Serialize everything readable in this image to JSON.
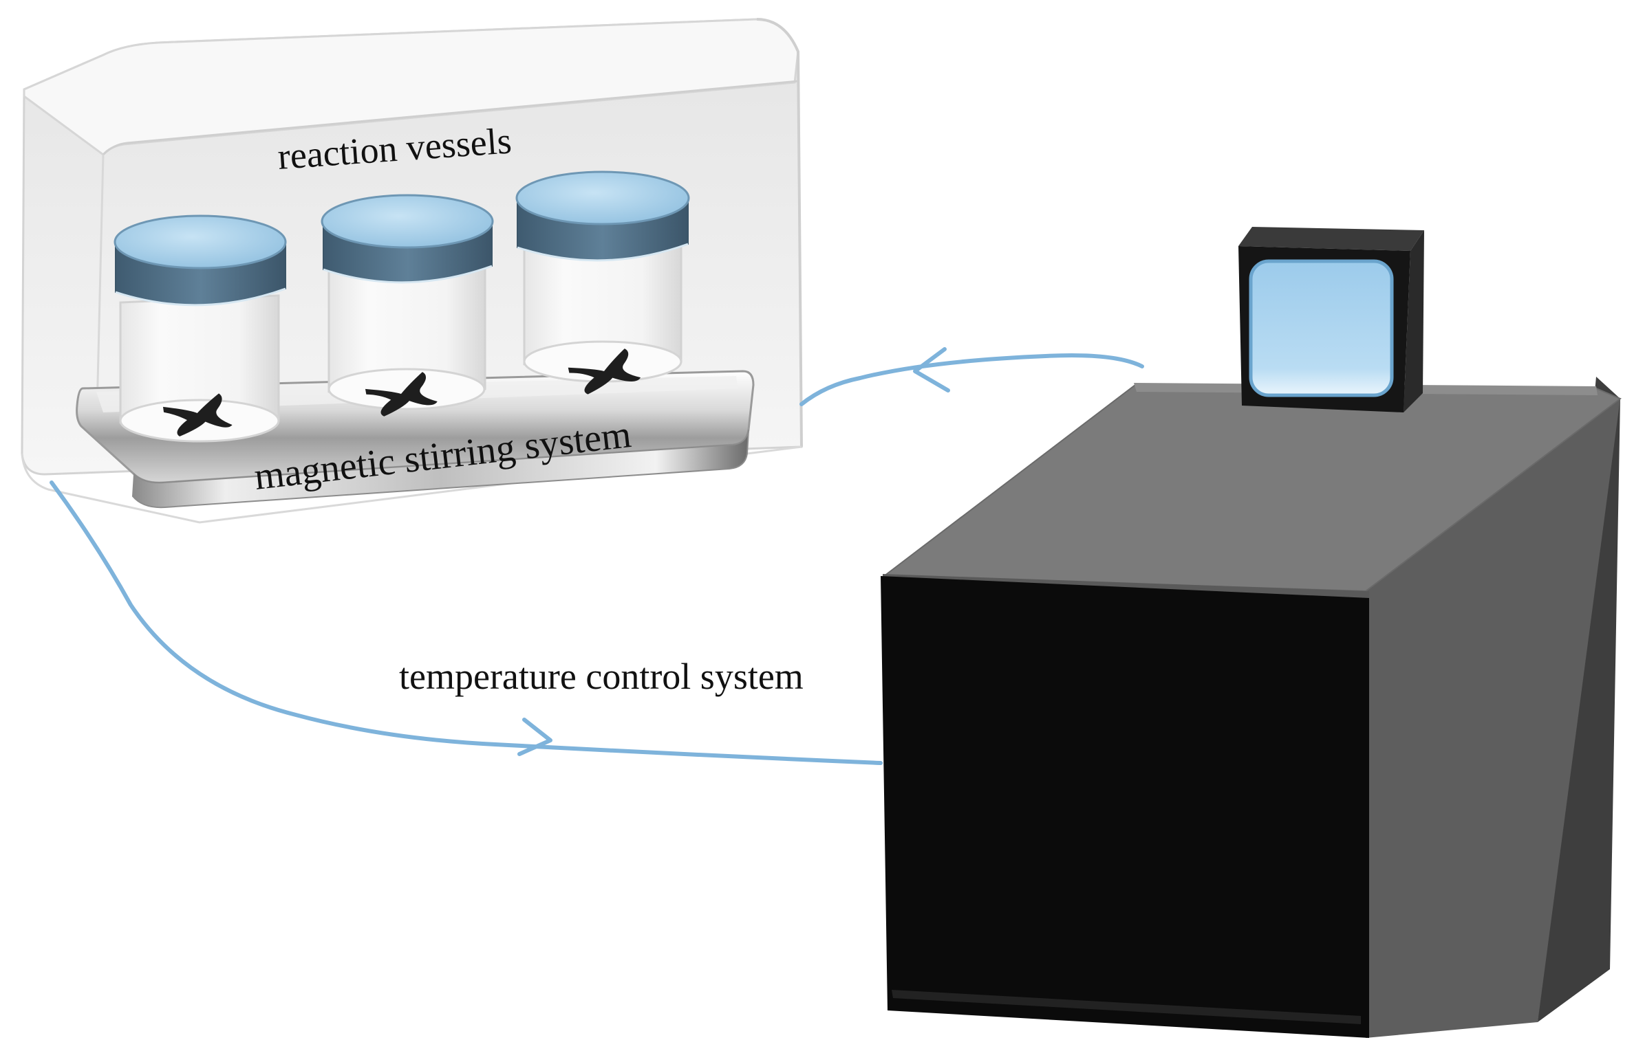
{
  "labels": {
    "reaction_vessels": "reaction vessels",
    "magnetic_stirring_system": "magnetic stirring system",
    "temperature_control_system": "temperature control system"
  },
  "colors": {
    "tube": "#7eb3db",
    "lid_dark": "#4f6f86",
    "lid_light": "#a6d0ea",
    "stir_bar": "#1f1f1f",
    "unit_front": "#0b0b0b",
    "unit_top": "#7a7a7a",
    "unit_side": "#5c5c5c",
    "screen": "#aed3ee"
  },
  "icons": {
    "flow_arrows": "chevron-arrow",
    "stir_bars": "stir-bar-icon"
  }
}
